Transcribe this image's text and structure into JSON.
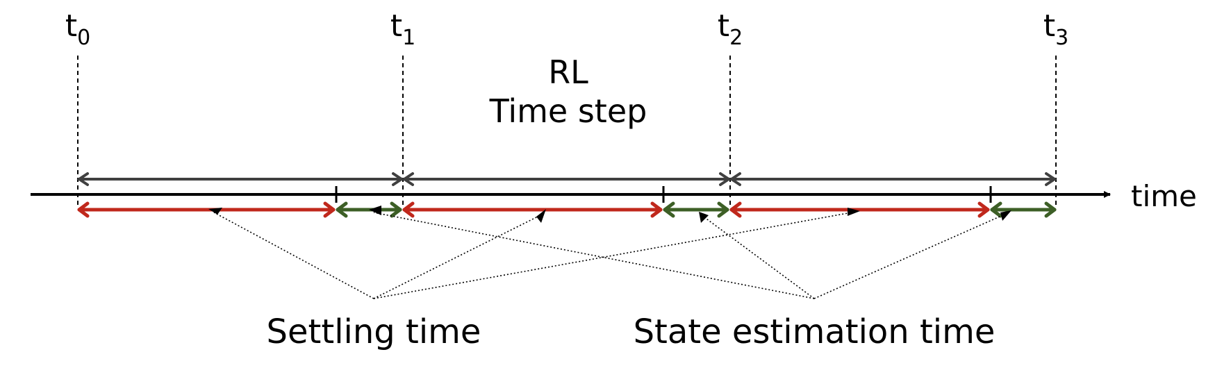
{
  "time_points": [
    {
      "base": "t",
      "sub": "0"
    },
    {
      "base": "t",
      "sub": "1"
    },
    {
      "base": "t",
      "sub": "2"
    },
    {
      "base": "t",
      "sub": "3"
    }
  ],
  "step_label": {
    "line1": "RL",
    "line2": "Time step"
  },
  "axis_label": "time",
  "settling_label": "Settling time",
  "state_estimation_label": "State estimation time",
  "colors": {
    "axis": "#000000",
    "rl_step": "#404040",
    "settling": "#c0281c",
    "state_estimation": "#3d5f26",
    "pointer": "#000000"
  }
}
